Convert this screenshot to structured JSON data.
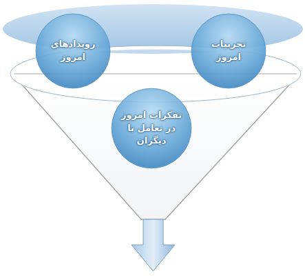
{
  "diagram": {
    "nodes": [
      {
        "text": [
          "تجربیات امروز"
        ]
      },
      {
        "text": [
          "رویدادهای امروز"
        ]
      },
      {
        "text": [
          "تفکرات امروز در تعامل با دیگران"
        ]
      }
    ]
  }
}
